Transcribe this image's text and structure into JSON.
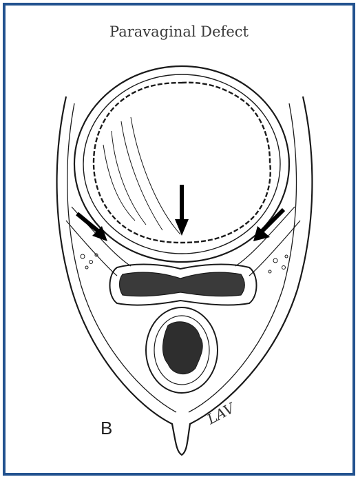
{
  "figure": {
    "title": "Paravaginal Defect",
    "panel_label": "B",
    "signature": "LAV"
  },
  "colors": {
    "border": "#22528f",
    "ink": "#1a1a1a"
  }
}
